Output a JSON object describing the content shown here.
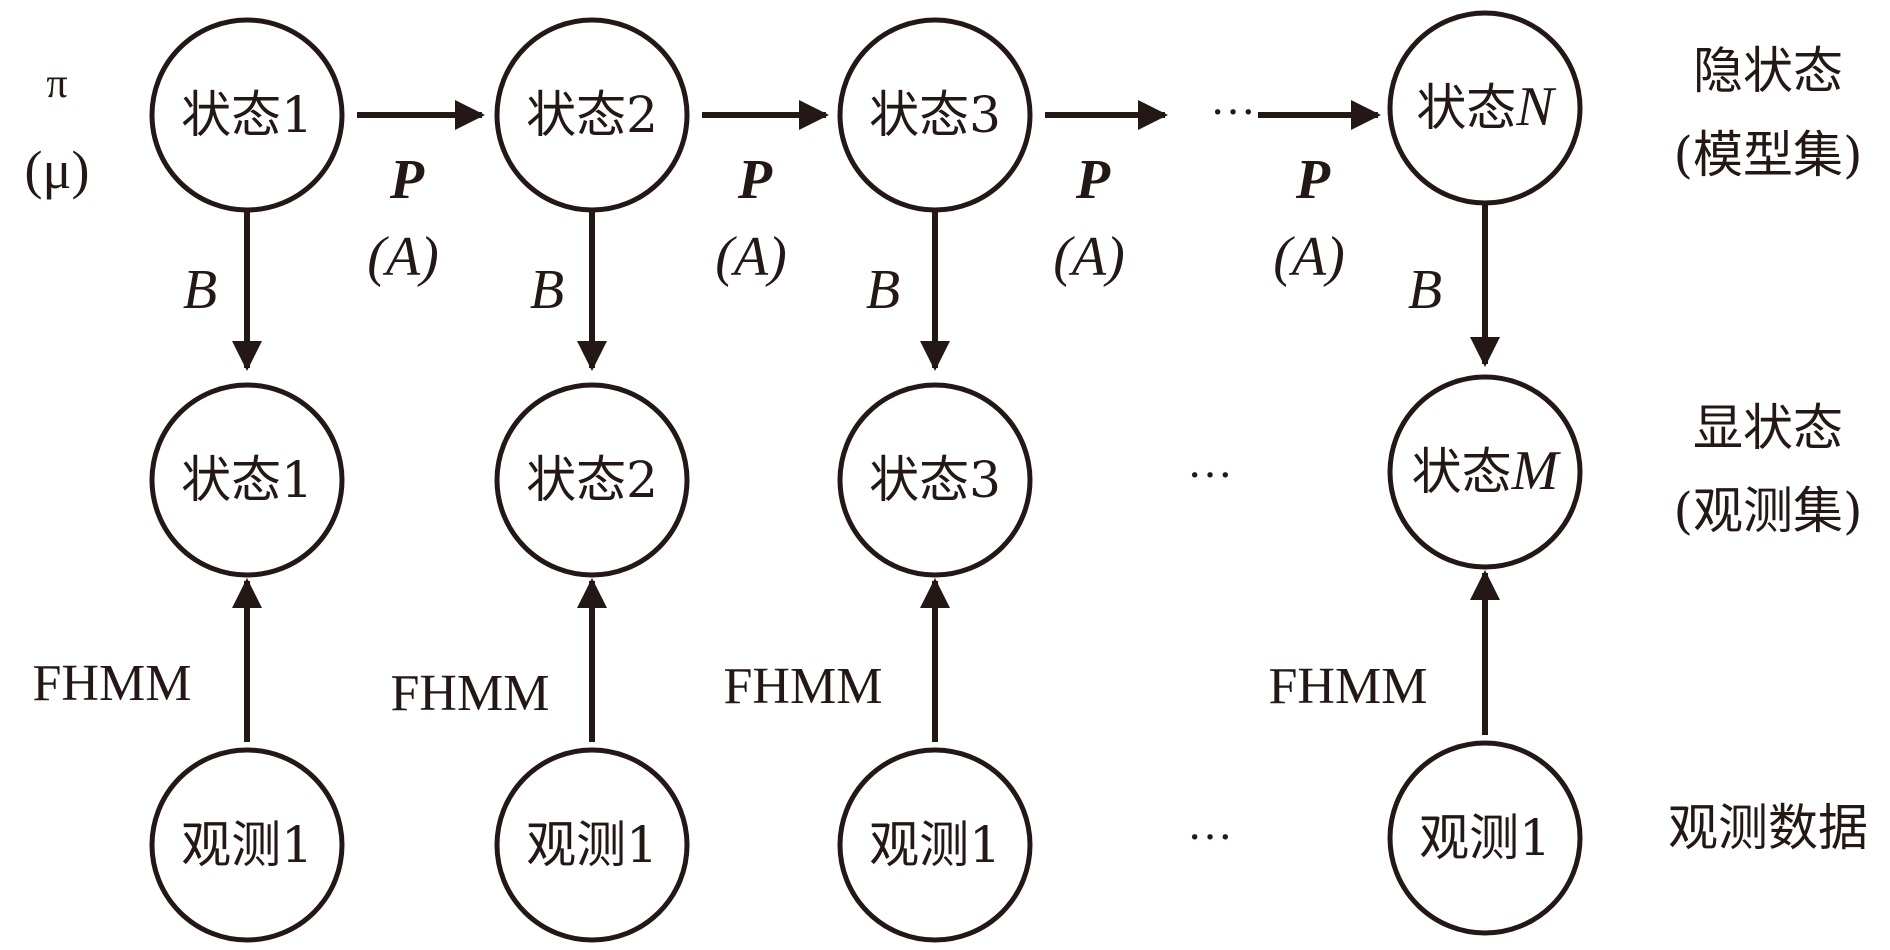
{
  "initial": {
    "pi": "π",
    "mu": "(μ)"
  },
  "hidden_row": {
    "label_line1": "隐状态",
    "label_line2": "(模型集)",
    "nodes": [
      {
        "text": "状态1",
        "var": ""
      },
      {
        "text": "状态2",
        "var": ""
      },
      {
        "text": "状态3",
        "var": ""
      },
      {
        "text": "状态",
        "var": "N"
      }
    ]
  },
  "observed_row": {
    "label_line1": "显状态",
    "label_line2": "(观测集)",
    "nodes": [
      {
        "text": "状态1",
        "var": ""
      },
      {
        "text": "状态2",
        "var": ""
      },
      {
        "text": "状态3",
        "var": ""
      },
      {
        "text": "状态",
        "var": "M"
      }
    ]
  },
  "data_row": {
    "label": "观测数据",
    "nodes": [
      {
        "text": "观测1"
      },
      {
        "text": "观测1"
      },
      {
        "text": "观测1"
      },
      {
        "text": "观测1"
      }
    ]
  },
  "transition": {
    "P": "P",
    "A": "(A)"
  },
  "emission": {
    "B": "B"
  },
  "model_label": "FHMM",
  "ellipsis": "···",
  "colors": {
    "ink": "#231815",
    "background": "#ffffff"
  }
}
